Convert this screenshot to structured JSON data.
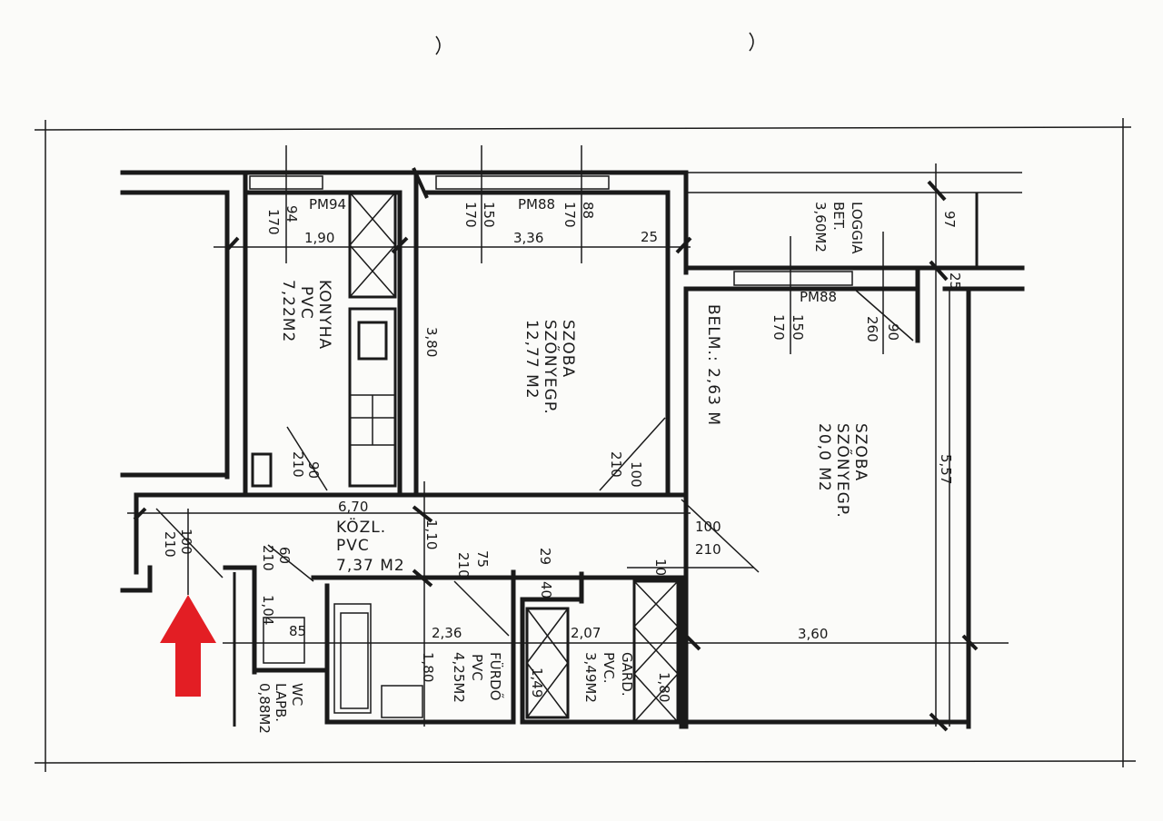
{
  "plan": {
    "rooms": {
      "kitchen": [
        "KONYHA",
        "PVC",
        "7,22M2"
      ],
      "room_small": [
        "SZOBA",
        "SZŐNYEGP.",
        "12,77 M2"
      ],
      "room_large": [
        "SZOBA",
        "SZŐNYEGP.",
        "20,0 M2"
      ],
      "loggia": [
        "LOGGIA",
        "BET.",
        "3,60M2"
      ],
      "hall": [
        "KÖZL.",
        "PVC",
        "7,37 M2"
      ],
      "bathroom": [
        "FÜRDŐ",
        "PVC",
        "4,25M2"
      ],
      "wardrobe": [
        "GARD.",
        "PVC.",
        "3,49M2"
      ],
      "wc": [
        "WC",
        "LAPB.",
        "0,88M2"
      ]
    },
    "ceiling_height": "BELM.: 2,63 M",
    "windows": {
      "kitchen": "PM94",
      "room_small": "PM88",
      "room_large": "PM88"
    },
    "dimensions": {
      "d170a": "170",
      "d94": "94",
      "d190": "1,90",
      "d170b": "170",
      "d150a": "150",
      "d170c": "170",
      "d88": "88",
      "d336": "3,36",
      "d25a": "25",
      "d97": "97",
      "d25b": "25",
      "d170d": "170",
      "d150b": "150",
      "d260": "260",
      "d90": "90",
      "d380": "3,80",
      "d557": "5,57",
      "d210a": "210",
      "d90b": "90",
      "d210b": "210",
      "d100a": "100",
      "d670": "6,70",
      "d110": "1,10",
      "d100b": "100",
      "d210c": "210",
      "d100c": "100",
      "d210d": "210",
      "d210e": "210",
      "d60": "60",
      "d104": "1,04",
      "d85": "85",
      "d210f": "210",
      "d75": "75",
      "d29": "29",
      "d40": "40",
      "d10": "10",
      "d236": "2,36",
      "d180a": "1,80",
      "d207": "2,07",
      "d149": "1,49",
      "d180b": "1,80",
      "d360": "3,60"
    },
    "entrance_arrow_color": "#e31e24"
  }
}
